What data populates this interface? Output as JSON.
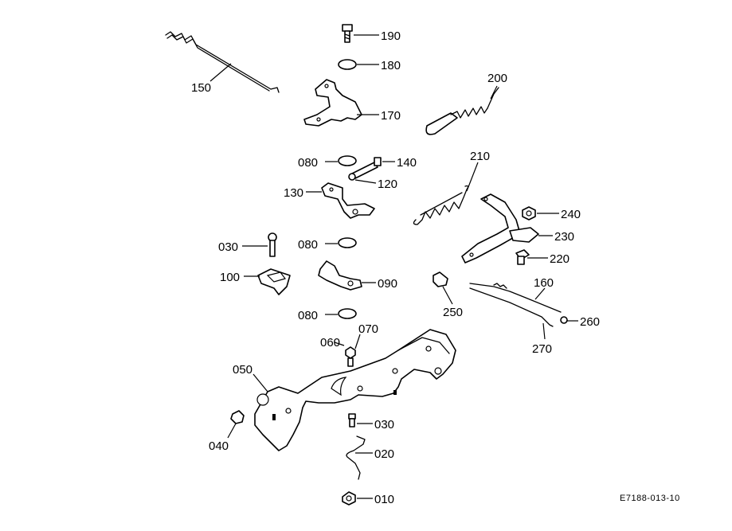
{
  "diagram": {
    "reference_code": "E7188-013-10",
    "callouts": {
      "p010": "010",
      "p020": "020",
      "p030a": "030",
      "p030b": "030",
      "p040": "040",
      "p050": "050",
      "p060": "060",
      "p070": "070",
      "p080a": "080",
      "p080b": "080",
      "p080c": "080",
      "p090": "090",
      "p100": "100",
      "p120": "120",
      "p130": "130",
      "p140": "140",
      "p150": "150",
      "p160": "160",
      "p170": "170",
      "p180": "180",
      "p190": "190",
      "p200": "200",
      "p210": "210",
      "p220": "220",
      "p230": "230",
      "p240": "240",
      "p250": "250",
      "p260": "260",
      "p270": "270"
    }
  }
}
